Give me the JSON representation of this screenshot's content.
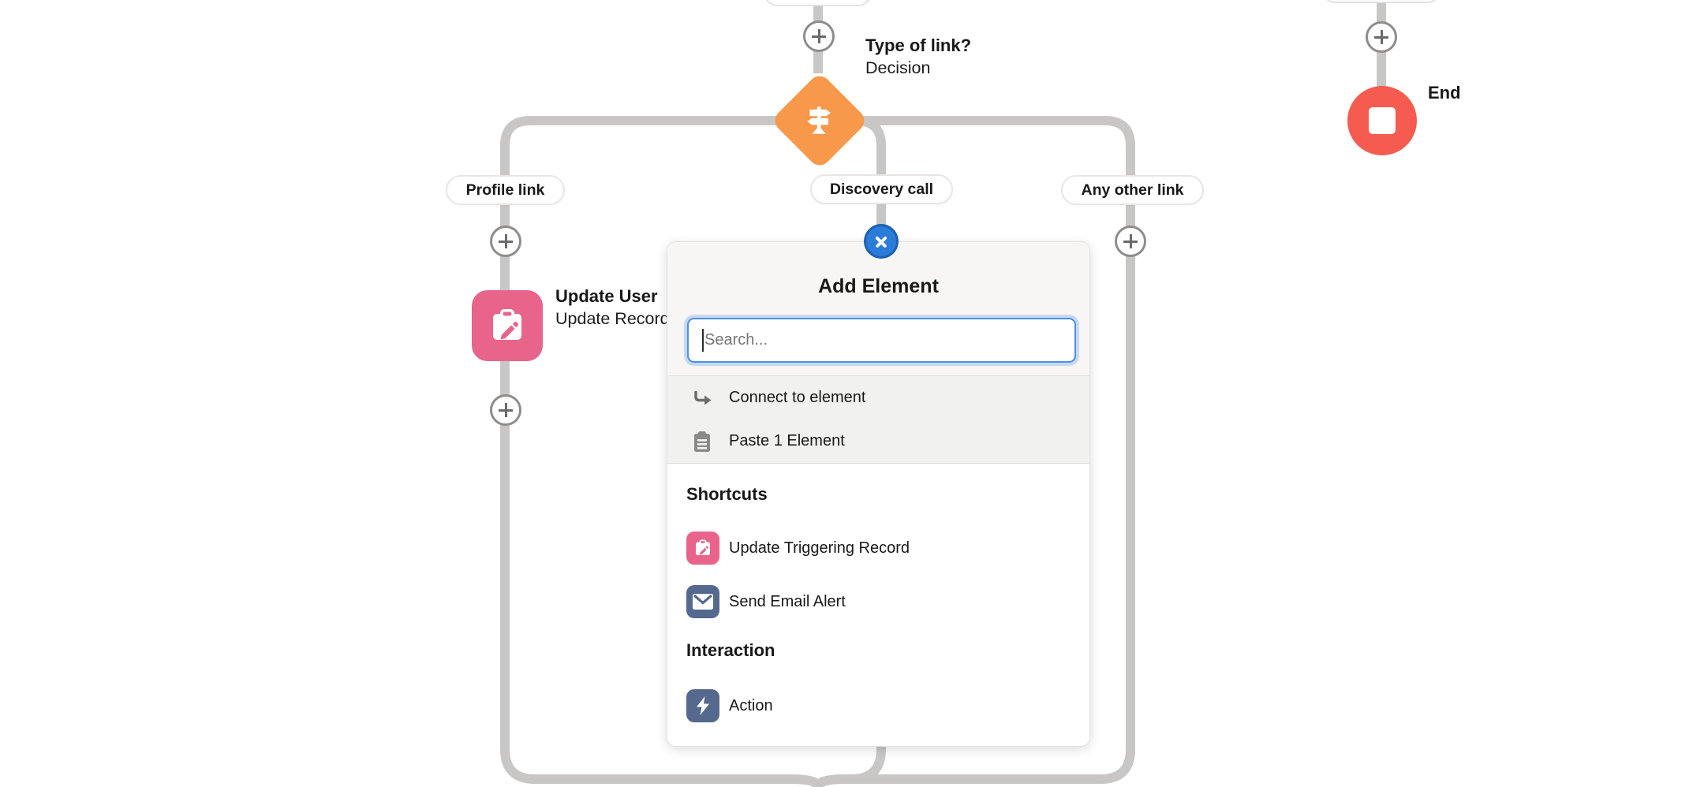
{
  "flow": {
    "decision_label": {
      "title": "Type of link?",
      "type": "Decision"
    },
    "branch_labels": [
      "Profile link",
      "Discovery call",
      "Any other link"
    ],
    "update_node": {
      "title": "Update User",
      "type": "Update Records"
    },
    "end_label": "End"
  },
  "add_element_popup": {
    "title": "Add Element",
    "search_placeholder": "Search...",
    "quick_actions": [
      {
        "label": "Connect to element",
        "icon": "connect-to-element-icon"
      },
      {
        "label": "Paste 1 Element",
        "icon": "paste-icon"
      }
    ],
    "sections": [
      {
        "header": "Shortcuts",
        "items": [
          {
            "label": "Update Triggering Record",
            "icon": "update-record-icon",
            "icon_color": "#E8648B"
          },
          {
            "label": "Send Email Alert",
            "icon": "email-icon",
            "icon_color": "#54698D"
          }
        ]
      },
      {
        "header": "Interaction",
        "items": [
          {
            "label": "Action",
            "icon": "action-icon",
            "icon_color": "#54698D"
          }
        ]
      }
    ]
  },
  "colors": {
    "decision_orange": "#F8984A",
    "update_pink": "#E8648B",
    "slate_blue": "#54698D",
    "end_red": "#F65B4F",
    "close_blue": "#2B7BD8",
    "connector_gray": "#C9C7C5"
  }
}
